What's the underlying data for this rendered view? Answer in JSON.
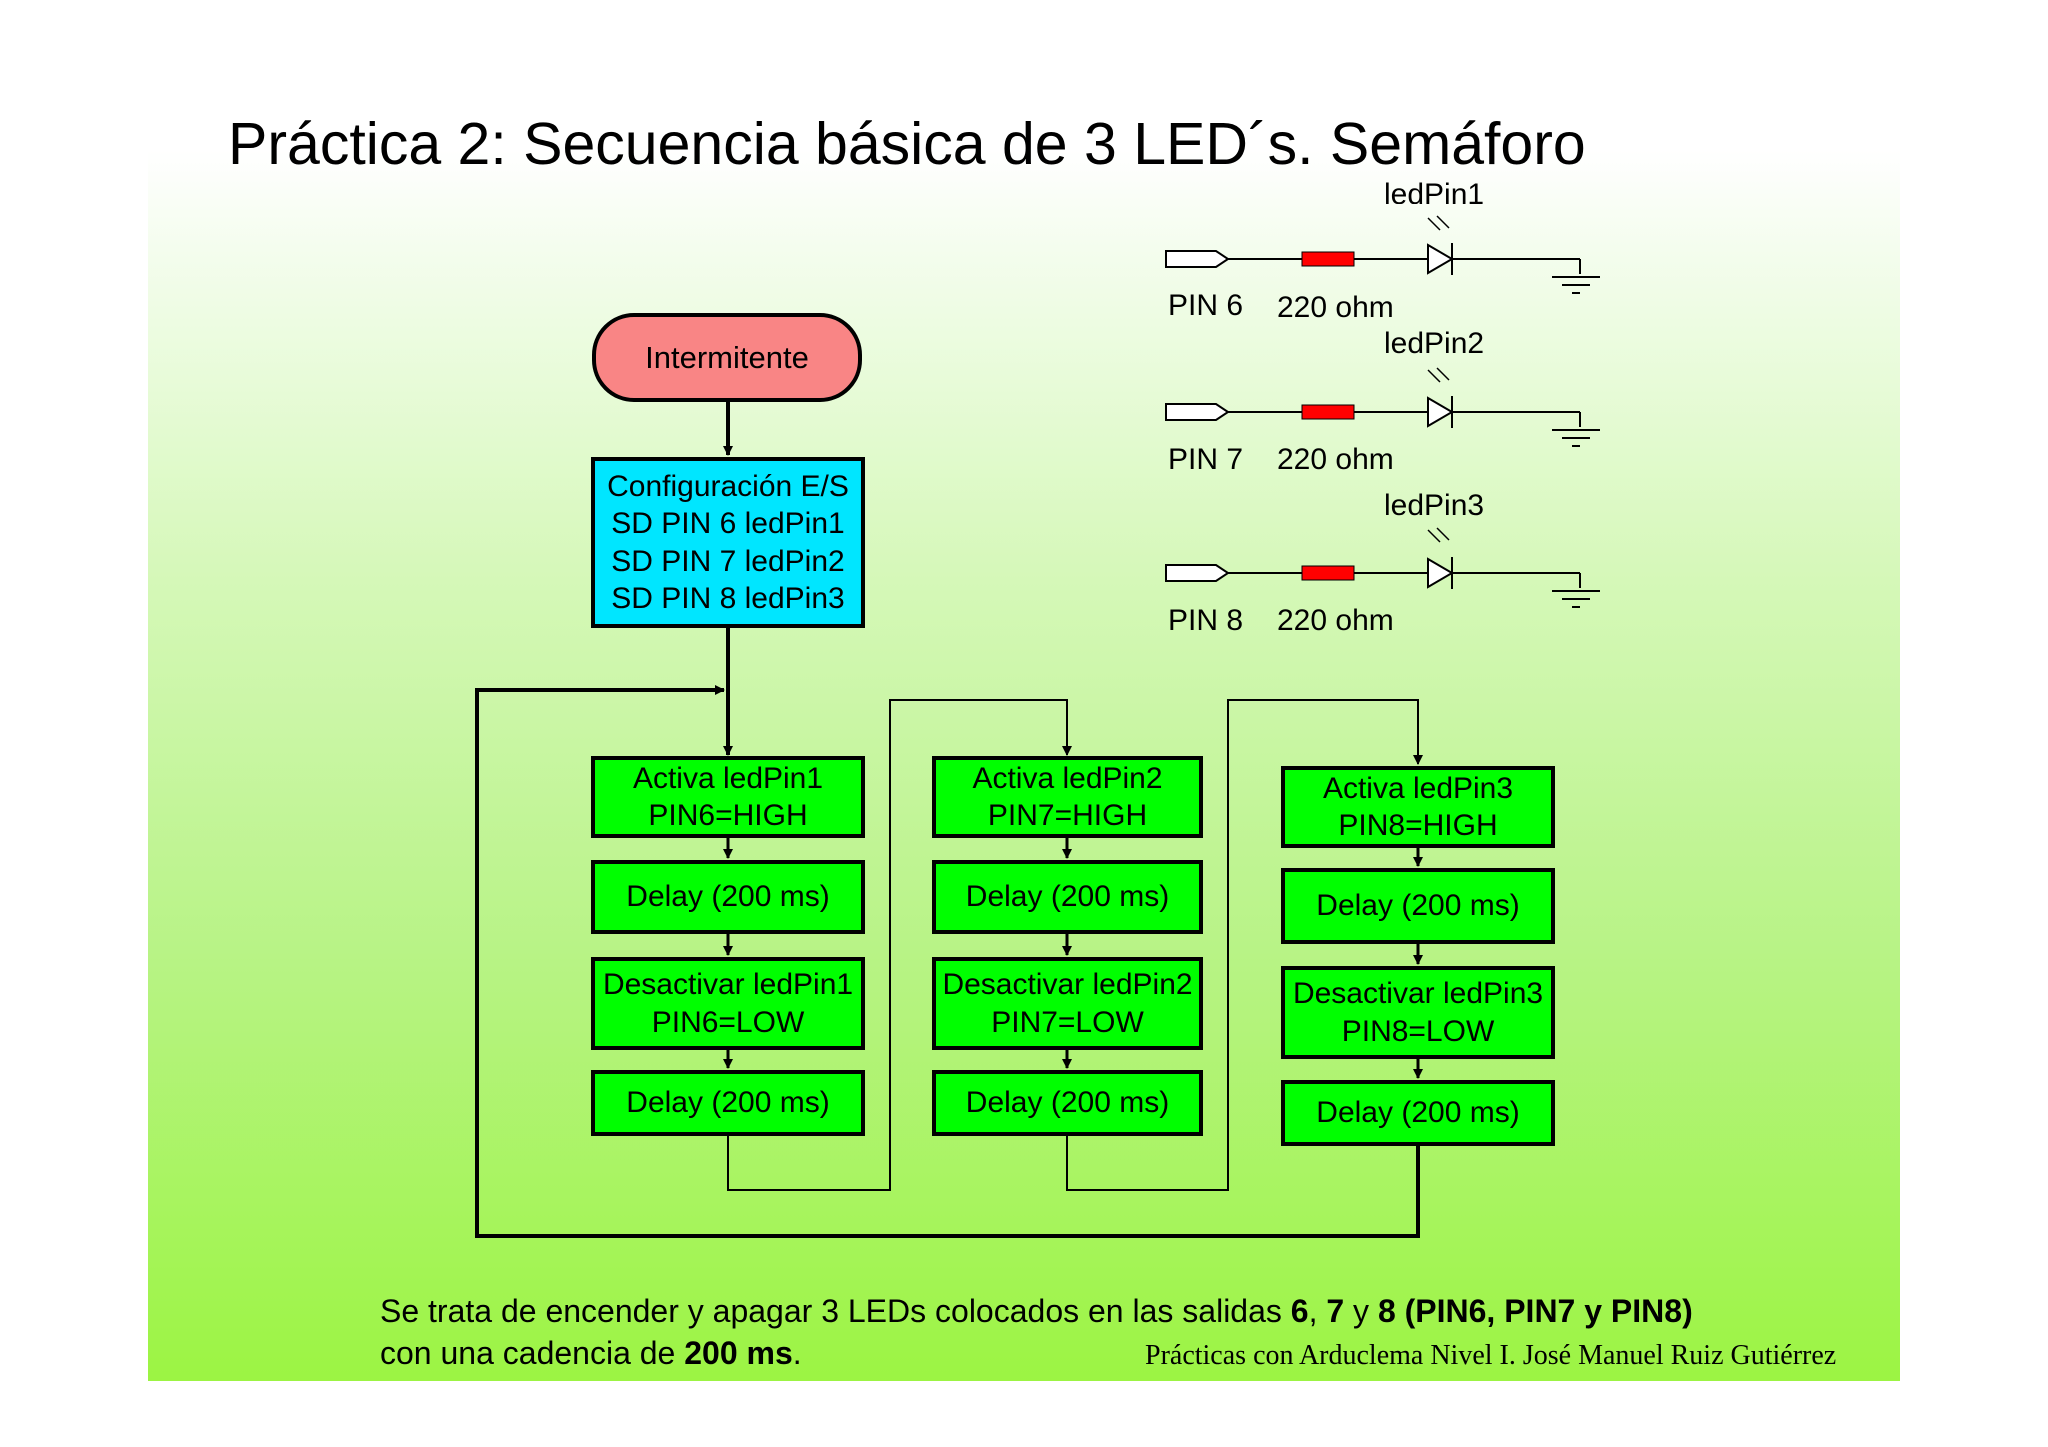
{
  "title": "Práctica 2:  Secuencia básica de 3 LED´s. Semáforo",
  "colors": {
    "terminator_fill": "#f98585",
    "config_fill": "#00e6ff",
    "process_fill": "#00ff00",
    "resistor_fill": "#ff0000",
    "gradient_top": "#ffffff",
    "gradient_bottom": "#9cf443"
  },
  "flowchart": {
    "start": "Intermitente",
    "config": [
      "Configuración E/S",
      "SD PIN 6 ledPin1",
      "SD PIN 7 ledPin2",
      "SD PIN 8 ledPin3"
    ],
    "columns": [
      {
        "activate": [
          "Activa ledPin1",
          "PIN6=HIGH"
        ],
        "delay1": "Delay (200 ms)",
        "deactivate": [
          "Desactivar ledPin1",
          "PIN6=LOW"
        ],
        "delay2": "Delay (200 ms)"
      },
      {
        "activate": [
          "Activa ledPin2",
          "PIN7=HIGH"
        ],
        "delay1": "Delay (200 ms)",
        "deactivate": [
          "Desactivar ledPin2",
          "PIN7=LOW"
        ],
        "delay2": "Delay (200 ms)"
      },
      {
        "activate": [
          "Activa ledPin3",
          "PIN8=HIGH"
        ],
        "delay1": "Delay (200 ms)",
        "deactivate": [
          "Desactivar ledPin3",
          "PIN8=LOW"
        ],
        "delay2": "Delay (200 ms)"
      }
    ]
  },
  "circuits": [
    {
      "led_label": "ledPin1",
      "pin_label": "PIN 6",
      "resistor_label": "220 ohm"
    },
    {
      "led_label": "ledPin2",
      "pin_label": "PIN 7",
      "resistor_label": "220 ohm"
    },
    {
      "led_label": "ledPin3",
      "pin_label": "PIN 8",
      "resistor_label": "220 ohm"
    }
  ],
  "description": {
    "t1": "Se trata de encender y apagar 3 LEDs colocados en las salidas ",
    "b1": "6",
    "t2": ", ",
    "b2": "7",
    "t3": " y ",
    "b3": "8 (PIN6, PIN7 y PIN8)",
    "t4": " con una cadencia de ",
    "b4": "200 ms",
    "t5": "."
  },
  "footer": "Prácticas con Arduclema Nivel I.  José Manuel Ruiz Gutiérrez"
}
